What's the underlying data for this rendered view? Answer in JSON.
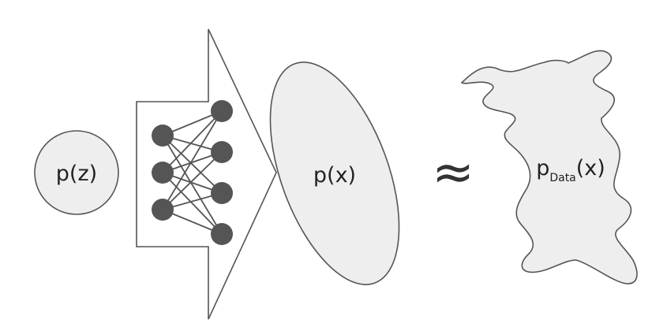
{
  "latent": {
    "label": "p(z)"
  },
  "generator": {
    "input_nodes": 3,
    "output_nodes": 4
  },
  "model": {
    "label": "p(x)"
  },
  "relation": {
    "symbol": "≈"
  },
  "target": {
    "label_main": "p",
    "label_sub": "Data",
    "label_tail": "(x)"
  },
  "colors": {
    "fill": "#eeeeee",
    "stroke": "#555555",
    "node": "#555555",
    "text": "#222222"
  }
}
